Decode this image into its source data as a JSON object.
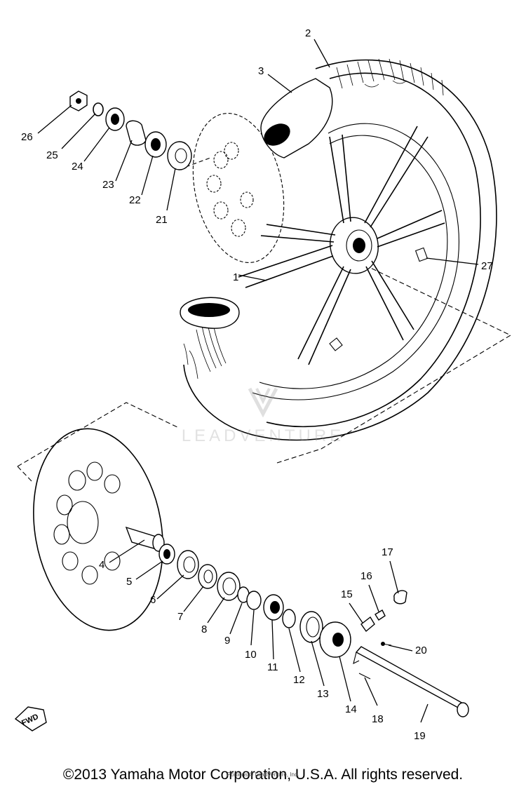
{
  "diagram": {
    "callouts": [
      {
        "id": "1",
        "text": "1"
      },
      {
        "id": "2",
        "text": "2"
      },
      {
        "id": "3",
        "text": "3"
      },
      {
        "id": "4",
        "text": "4"
      },
      {
        "id": "5",
        "text": "5"
      },
      {
        "id": "6",
        "text": "6"
      },
      {
        "id": "7",
        "text": "7"
      },
      {
        "id": "8",
        "text": "8"
      },
      {
        "id": "9",
        "text": "9"
      },
      {
        "id": "10",
        "text": "10"
      },
      {
        "id": "11",
        "text": "11"
      },
      {
        "id": "12",
        "text": "12"
      },
      {
        "id": "13",
        "text": "13"
      },
      {
        "id": "14",
        "text": "14"
      },
      {
        "id": "15",
        "text": "15"
      },
      {
        "id": "16",
        "text": "16"
      },
      {
        "id": "17",
        "text": "17"
      },
      {
        "id": "18",
        "text": "18"
      },
      {
        "id": "19",
        "text": "19"
      },
      {
        "id": "20",
        "text": "20"
      },
      {
        "id": "21",
        "text": "21"
      },
      {
        "id": "22",
        "text": "22"
      },
      {
        "id": "23",
        "text": "23"
      },
      {
        "id": "24",
        "text": "24"
      },
      {
        "id": "25",
        "text": "25"
      },
      {
        "id": "26",
        "text": "26"
      },
      {
        "id": "27",
        "text": "27"
      }
    ],
    "fwd_label": "FWD"
  },
  "watermark": "LEADVENTURE",
  "copyright": "©2013 Yamaha Motor Corporation, U.S.A. All rights reserved.",
  "sub_copyright": "Portions © LeadVenture, Inc."
}
